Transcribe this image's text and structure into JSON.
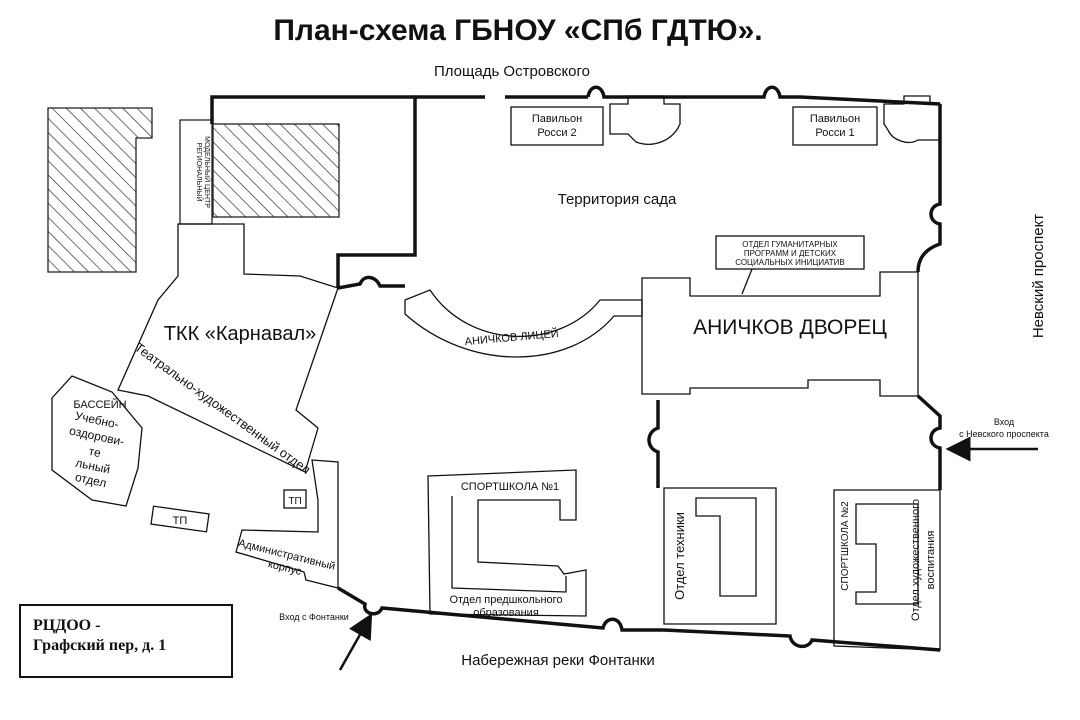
{
  "title": "План-схема ГБНОУ «СПб ГДТЮ».",
  "streets": {
    "north": "Площадь Островского",
    "east": "Невский проспект",
    "south": "Набережная реки Фонтанки"
  },
  "entrances": {
    "east": [
      "Вход",
      "с Невского проспекта"
    ],
    "south": "Вход с Фонтанки"
  },
  "areas": {
    "pavilion2": [
      "Павильон",
      "Росси 2"
    ],
    "pavilion1": [
      "Павильон",
      "Росси 1"
    ],
    "garden": "Территория сада",
    "regional_center": [
      "РЕГИОНАЛЬНЫЙ",
      "МОДЕЛЬНЫЙ ЦЕНТР"
    ],
    "humanitarian_dept": [
      "ОТДЕЛ ГУМАНИТАРНЫХ",
      "ПРОГРАММ И ДЕТСКИХ",
      "СОЦИАЛЬНЫХ ИНИЦИАТИВ"
    ],
    "palace": "АНИЧКОВ ДВОРЕЦ",
    "lyceum": "АНИЧКОВ ЛИЦЕЙ",
    "tkk": "ТКК «Карнавал»",
    "theatre_dept": "Театрально-художественный отдел",
    "pool": "БАССЕЙН",
    "health_dept": [
      "Учебно-",
      "оздорови-",
      "те",
      "льный",
      "отдел"
    ],
    "tp1": "ТП",
    "tp2": "ТП",
    "admin_building": [
      "Административный",
      "корпус"
    ],
    "sport_school1": "СПОРТШКОЛА №1",
    "preschool_dept": [
      "Отдел предшкольного",
      "образования"
    ],
    "tech_dept": "Отдел техники",
    "sport_school2": "СПОРТШКОЛА №2",
    "art_dept": [
      "Отдел художественного",
      "воспитания"
    ]
  },
  "legend": {
    "line1": "РЦДОО -",
    "line2": "Графский пер, д. 1"
  }
}
